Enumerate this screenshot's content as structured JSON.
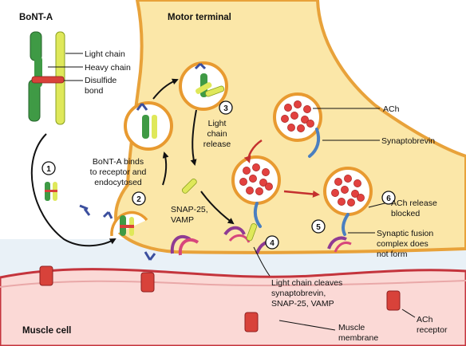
{
  "labels": {
    "bont": "BoNT-A",
    "terminal": "Motor terminal",
    "light_chain": "Light chain",
    "heavy_chain": "Heavy chain",
    "disulfide_1": "Disulfide",
    "disulfide_2": "bond",
    "binds_1": "BoNT-A binds",
    "binds_2": "to receptor and",
    "binds_3": "endocytosed",
    "release_1": "Light",
    "release_2": "chain",
    "release_3": "release",
    "ach": "ACh",
    "synaptobrevin": "Synaptobrevin",
    "snap_1": "SNAP-25,",
    "snap_2": "VAMP",
    "blocked_1": "ACh release",
    "blocked_2": "blocked",
    "fusion_1": "Synaptic fusion",
    "fusion_2": "complex does",
    "fusion_3": "not form",
    "cleaves_1": "Light chain cleaves",
    "cleaves_2": "synaptobrevin,",
    "cleaves_3": "SNAP-25, VAMP",
    "muscle_cell": "Muscle cell",
    "membrane_1": "Muscle",
    "membrane_2": "membrane",
    "receptor_1": "ACh",
    "receptor_2": "receptor"
  },
  "steps": [
    "1",
    "2",
    "3",
    "4",
    "5",
    "6"
  ],
  "colors": {
    "terminal_fill": "#fbe7a8",
    "terminal_edge": "#e8a23a",
    "cleft": "#e9f1f7",
    "muscle": "#fbd9d6",
    "muscle_edge": "#c4343c",
    "green": "#3f9a45",
    "yellow": "#dfe85a",
    "red_link": "#d8423a",
    "vesicle_ring": "#e89a30",
    "ach": "#e2413f",
    "receptor_blue": "#3b4f9e",
    "snare_purple": "#8f3b93",
    "snare_pink": "#d7467c"
  }
}
